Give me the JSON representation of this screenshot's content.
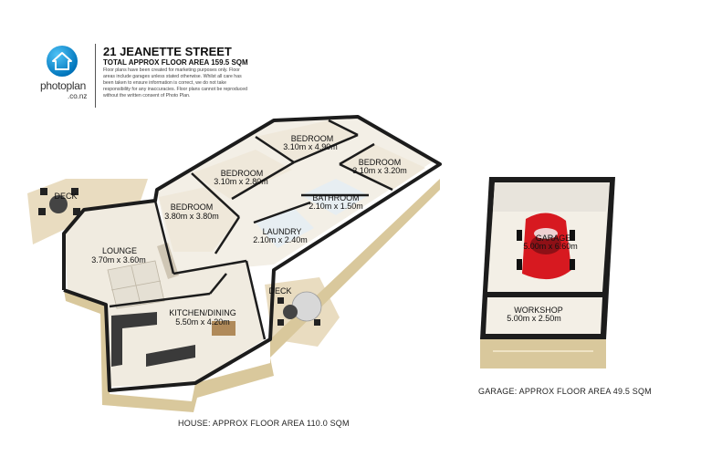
{
  "header": {
    "title": "21 JEANETTE STREET",
    "total_area": "TOTAL APPROX FLOOR AREA 159.5 SQM",
    "disclaimer": "Floor plans have been created for marketing purposes only. Floor areas include garages unless stated otherwise. Whilst all care has been taken to ensure information is correct, we do not take responsibility for any inaccuracies. Floor plans cannot be reproduced without the written consent of Photo Plan."
  },
  "logo": {
    "name": "photoplan",
    "domain": ".co.nz",
    "icon": "house-icon"
  },
  "house": {
    "caption": "HOUSE: APPROX FLOOR AREA 110.0 SQM",
    "rooms": [
      {
        "name": "DECK",
        "size": ""
      },
      {
        "name": "LOUNGE",
        "size": "3.70m x 3.60m"
      },
      {
        "name": "BEDROOM",
        "size": "3.80m x 3.80m"
      },
      {
        "name": "BEDROOM",
        "size": "3.10m x 2.80m"
      },
      {
        "name": "BEDROOM",
        "size": "3.10m x 4.90m"
      },
      {
        "name": "BEDROOM",
        "size": "3.10m x 3.20m"
      },
      {
        "name": "BATHROOM",
        "size": "2.10m x 1.50m"
      },
      {
        "name": "LAUNDRY",
        "size": "2.10m x 2.40m"
      },
      {
        "name": "KITCHEN/DINING",
        "size": "5.50m x 4.20m"
      },
      {
        "name": "DECK",
        "size": ""
      }
    ]
  },
  "garage": {
    "caption": "GARAGE: APPROX FLOOR AREA 49.5 SQM",
    "rooms": [
      {
        "name": "GARAGE",
        "size": "5.00m x 6.60m"
      },
      {
        "name": "WORKSHOP",
        "size": "5.00m x 2.50m"
      }
    ]
  },
  "colors": {
    "wall": "#1c1c1c",
    "wall_face": "#d9c89c",
    "floor_light": "#f3efe6",
    "deck": "#e9dcc0",
    "car": "#d71920"
  }
}
